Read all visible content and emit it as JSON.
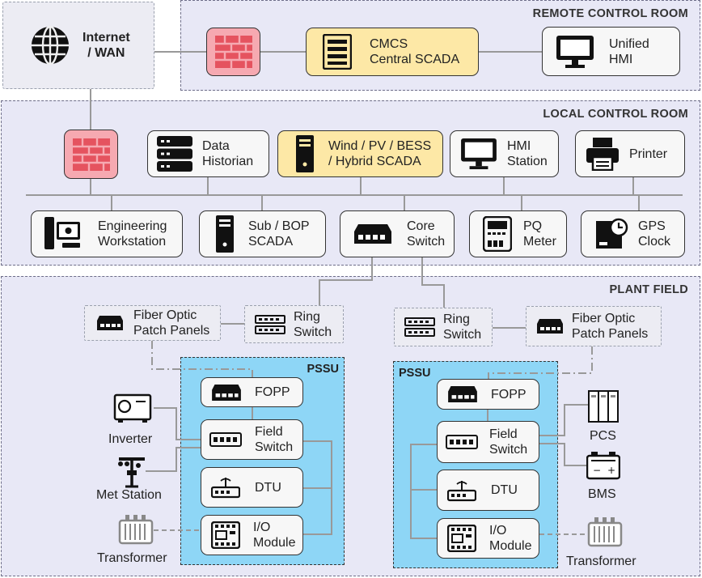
{
  "zones": {
    "remote": "REMOTE CONTROL ROOM",
    "local": "LOCAL CONTROL ROOM",
    "field": "PLANT FIELD"
  },
  "internet": {
    "label": "Internet\n/ WAN",
    "icon": "globe-icon"
  },
  "remote_nodes": {
    "cmcs": "CMCS\nCentral SCADA",
    "unified_hmi": "Unified\nHMI"
  },
  "local_nodes": {
    "data_historian": "Data\nHistorian",
    "hybrid_scada": "Wind / PV / BESS\n/ Hybrid SCADA",
    "hmi_station": "HMI\nStation",
    "printer": "Printer",
    "engineering_workstation": "Engineering\nWorkstation",
    "sub_bop_scada": "Sub / BOP\nSCADA",
    "core_switch": "Core\nSwitch",
    "pq_meter": "PQ\nMeter",
    "gps_clock": "GPS\nClock"
  },
  "field_left": {
    "fiber_patch": "Fiber Optic\nPatch Panels",
    "ring_switch": "Ring\nSwitch",
    "pssu_title": "PSSU",
    "fopp": "FOPP",
    "field_switch": "Field\nSwitch",
    "dtu": "DTU",
    "io_module": "I/O\nModule",
    "inverter": "Inverter",
    "met_station": "Met Station",
    "transformer": "Transformer"
  },
  "field_right": {
    "ring_switch": "Ring\nSwitch",
    "fiber_patch": "Fiber Optic\nPatch Panels",
    "pssu_title": "PSSU",
    "fopp": "FOPP",
    "field_switch": "Field\nSwitch",
    "dtu": "DTU",
    "io_module": "I/O\nModule",
    "pcs": "PCS",
    "bms": "BMS",
    "transformer": "Transformer"
  },
  "colors": {
    "zone_fill": "#e8e8f6",
    "firewall_fill": "#f6a9b1",
    "scada_fill": "#fde8a6",
    "pssu_fill": "#8ed6f6"
  }
}
